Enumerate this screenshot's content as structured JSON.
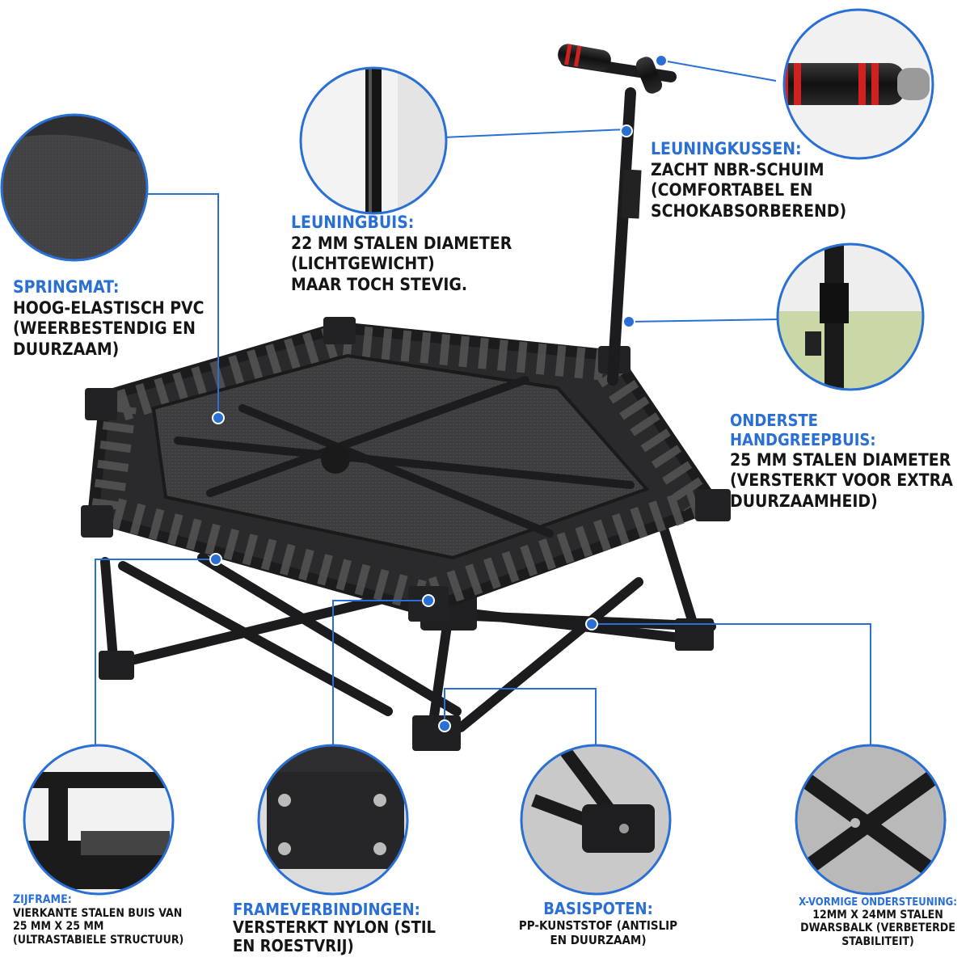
{
  "colors": {
    "accent_blue": "#2a6fd4",
    "frame_black": "#1c1c1e",
    "mat_gray": "#3f3f42",
    "grip_red": "#d21f1f",
    "text_dark": "#151515"
  },
  "labels": {
    "springmat": {
      "title": "SPRINGMAT:",
      "body": "HOOG-ELASTISCH PVC\n(WEERBESTENDIG EN\nDUURZAAM)"
    },
    "leuningbuis": {
      "title": "LEUNINGBUIS:",
      "body": "22 MM STALEN DIAMETER\n(LICHTGEWICHT)\nMAAR TOCH STEVIG."
    },
    "leuningkussen": {
      "title": "LEUNINGKUSSEN:",
      "body": "ZACHT NBR-SCHUIM\n(COMFORTABEL EN\nSCHOKABSORBEREND)"
    },
    "onderste_handgreepbuis": {
      "title": "ONDERSTE HANDGREEPBUIS:",
      "body": "25 MM STALEN DIAMETER\n(VERSTERKT VOOR EXTRA\nDUURZAAMHEID)"
    },
    "zijframe": {
      "title": "ZIJFRAME:",
      "body": "VIERKANTE STALEN BUIS VAN\n25 MM X 25 MM\n(ULTRASTABIELE STRUCTUUR)"
    },
    "frameverbindingen": {
      "title": "FRAMEVERBINDINGEN:",
      "body": "VERSTERKT NYLON (STIL\nEN ROESTVRIJ)"
    },
    "basispoten": {
      "title": "BASISPOTEN:",
      "body": "PP-KUNSTSTOF (ANTISLIP\nEN DUURZAAM)"
    },
    "x_ondersteuning": {
      "title": "X-VORMIGE ONDERSTEUNING:",
      "body": "12MM X 24MM STALEN\nDWARSBALK (VERBETERDE\nSTABILITEIT)"
    }
  }
}
